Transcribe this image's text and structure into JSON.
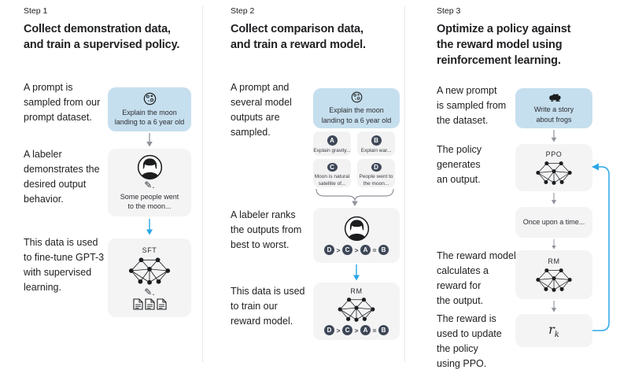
{
  "figure": {
    "steps": [
      {
        "step_label": "Step 1",
        "heading": "Collect demonstration data,\nand train a supervised policy.",
        "captions": [
          "A prompt is\nsampled from our\nprompt dataset.",
          "A labeler\ndemonstrates the\ndesired output\nbehavior.",
          "This data is used\nto fine-tune GPT-3\nwith supervised\nlearning."
        ],
        "prompt_box": {
          "icon": "moon-icon",
          "text": "Explain the moon\nlanding to a 6 year old"
        },
        "labeler_box": {
          "icon": "labeler-icon",
          "pencil": "✎.",
          "text": "Some people went\nto the moon..."
        },
        "model_box": {
          "label": "SFT",
          "icon": "neural-network-icon",
          "pencil": "✎.",
          "docs_icon": "documents-icon"
        }
      },
      {
        "step_label": "Step 2",
        "heading": "Collect comparison data,\nand train a reward model.",
        "captions": [
          "A prompt and\nseveral model\noutputs are\nsampled.",
          "A labeler ranks\nthe outputs from\nbest to worst.",
          "This data is used\nto train our\nreward model."
        ],
        "prompt_box": {
          "icon": "moon-icon",
          "text": "Explain the moon\nlanding to a 6 year old"
        },
        "outputs": [
          {
            "id": "A",
            "text": "Explain gravity..."
          },
          {
            "id": "B",
            "text": "Explain war..."
          },
          {
            "id": "C",
            "text": "Moon is natural\nsatellite of..."
          },
          {
            "id": "D",
            "text": "People went to\nthe moon..."
          }
        ],
        "labeler_box": {
          "icon": "labeler-icon",
          "ranking": [
            "D",
            ">",
            "C",
            ">",
            "A",
            "=",
            "B"
          ]
        },
        "model_box": {
          "label": "RM",
          "icon": "neural-network-icon",
          "ranking": [
            "D",
            ">",
            "C",
            ">",
            "A",
            "=",
            "B"
          ]
        }
      },
      {
        "step_label": "Step 3",
        "heading": "Optimize a policy against\nthe reward model using\nreinforcement learning.",
        "captions": [
          "A new prompt\nis sampled from\nthe dataset.",
          "The policy\ngenerates\nan output.",
          "The reward model\ncalculates a\nreward for\nthe output.",
          "The reward is\nused to update\nthe policy\nusing PPO."
        ],
        "prompt_box": {
          "icon": "frog-icon",
          "text": "Write a story\nabout frogs"
        },
        "ppo_box": {
          "label": "PPO",
          "icon": "neural-network-icon"
        },
        "output_box": {
          "text": "Once upon a time..."
        },
        "rm_box": {
          "label": "RM",
          "icon": "neural-network-icon"
        },
        "reward_box": {
          "base": "r",
          "sub": "k"
        }
      }
    ],
    "colors": {
      "prompt_box_bg": "#c6dfee",
      "card_bg": "#f4f4f5",
      "badge_bg": "#3e4757",
      "arrow_gray": "#8f939a",
      "arrow_blue": "#2aa7e8",
      "text": "#202123",
      "divider": "#e8e8e9"
    }
  }
}
